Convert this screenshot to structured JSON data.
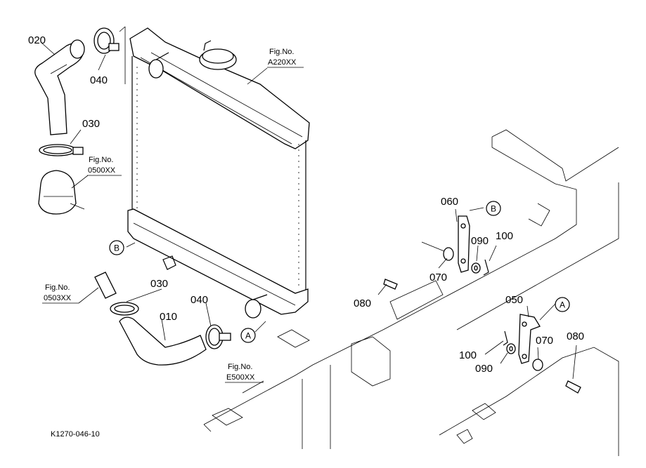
{
  "callouts": {
    "c020": "020",
    "c040_top": "040",
    "c030_top": "030",
    "c060": "060",
    "c090_r": "090",
    "c100_r": "100",
    "c070_r": "070",
    "c080_l": "080",
    "c030_mid": "030",
    "c040_mid": "040",
    "c010": "010",
    "c050": "050",
    "c100_b": "100",
    "c090_b": "090",
    "c070_b": "070",
    "c080_b": "080"
  },
  "fig_refs": {
    "fig_a220": {
      "label": "Fig.No.",
      "code": "A220XX"
    },
    "fig_0500": {
      "label": "Fig.No.",
      "code": "0500XX"
    },
    "fig_0503": {
      "label": "Fig.No.",
      "code": "0503XX"
    },
    "fig_e500": {
      "label": "Fig.No.",
      "code": "E500XX"
    }
  },
  "markers": {
    "b_left": "B",
    "b_right": "B",
    "a_mid": "A",
    "a_right": "A"
  },
  "drawing_id": "K1270-046-10"
}
